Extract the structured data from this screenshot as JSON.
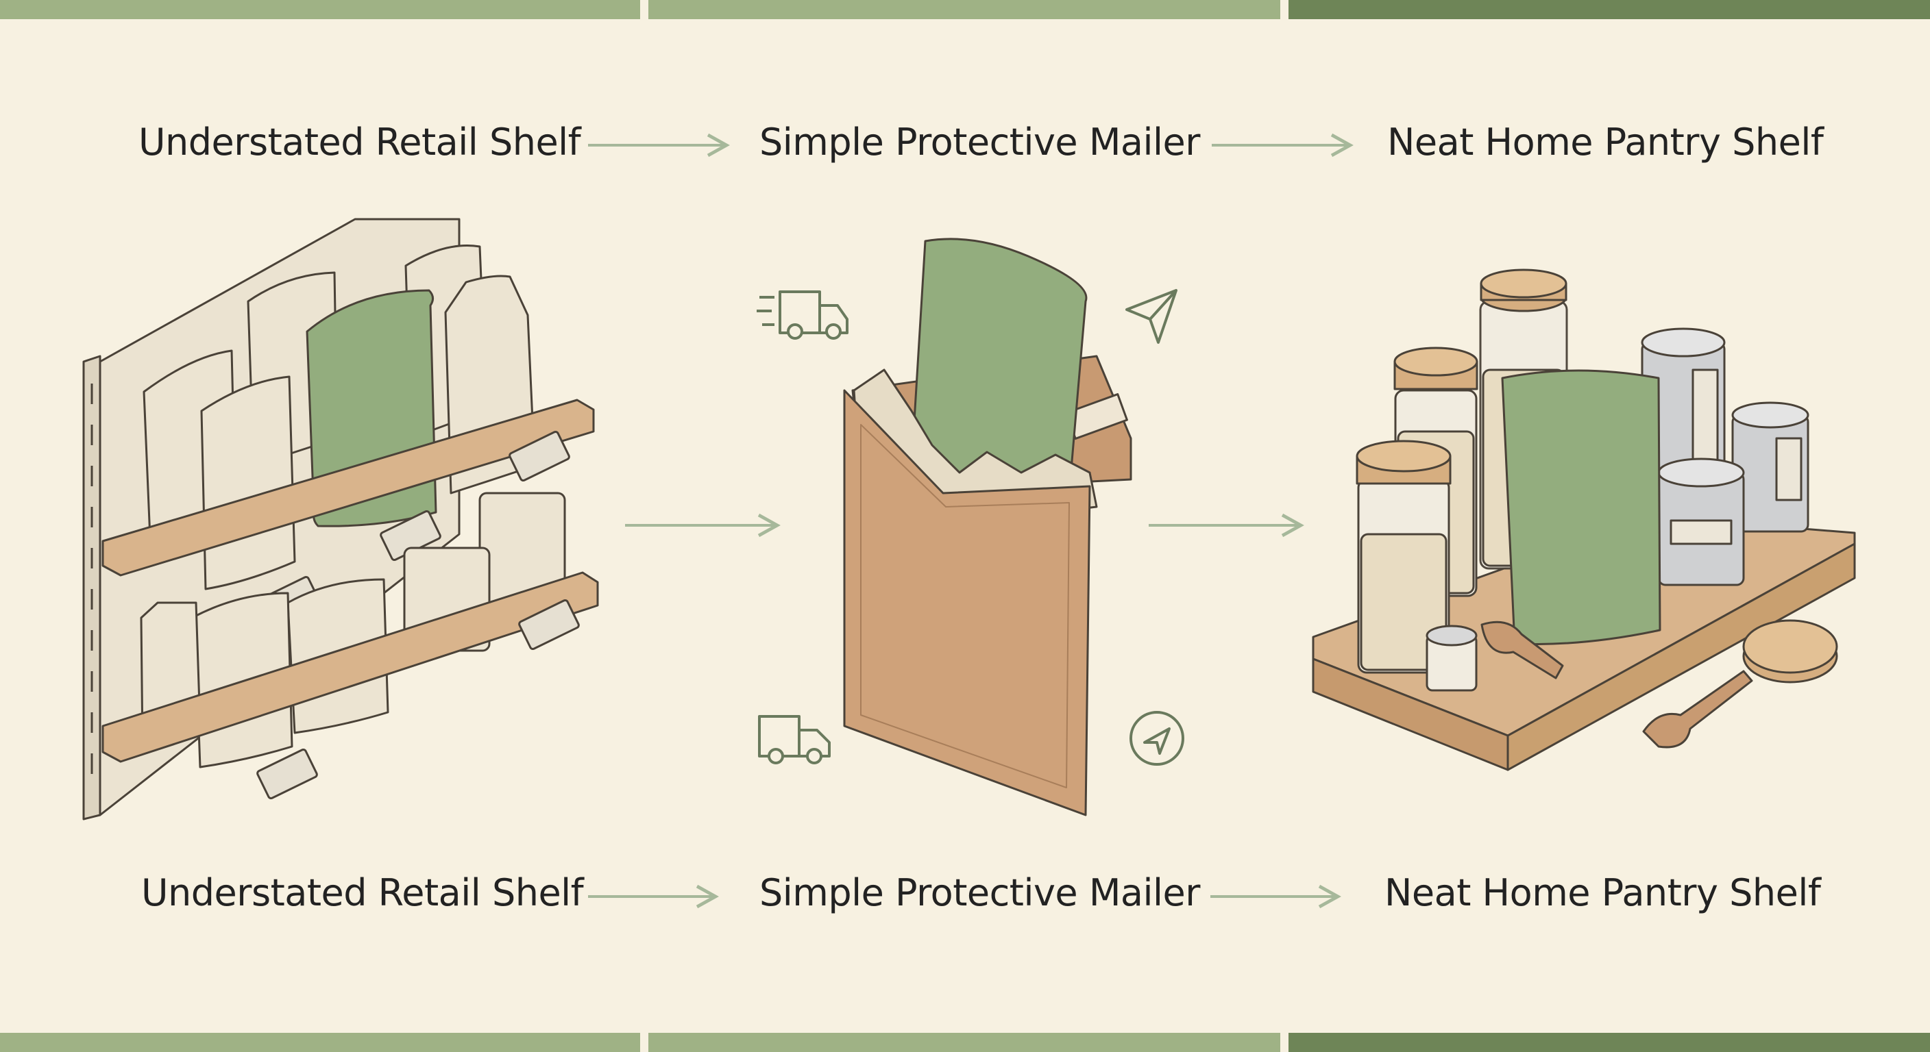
{
  "colors": {
    "background": "#f7f1e1",
    "bar_light": "#9fb285",
    "bar_dark": "#6e8557",
    "arrow": "#a6b89a",
    "pouch_green": "#93ad7e",
    "kraft": "#cfa27a",
    "wood": "#d9b48c",
    "cream": "#ece4d2",
    "icon_stroke": "#6a7a5d"
  },
  "icons": [
    "delivery-truck-icon",
    "paper-plane-icon",
    "truck-icon",
    "navigation-icon"
  ],
  "top_labels": [
    "Understated Retail Shelf",
    "Simple Protective Mailer",
    "Neat Home Pantry Shelf"
  ],
  "bottom_labels": [
    "Understated Retail Shelf",
    "Simple Protective Mailer",
    "Neat Home Pantry Shelf"
  ]
}
